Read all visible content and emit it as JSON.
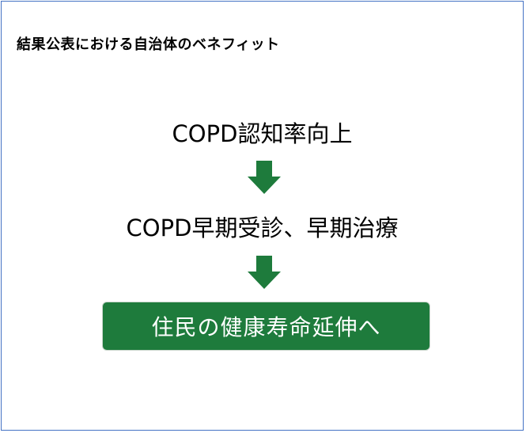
{
  "title": "結果公表における自治体のベネフィット",
  "steps": [
    "COPD認知率向上",
    "COPD早期受診、早期治療"
  ],
  "result": "住民の健康寿命延伸へ",
  "colors": {
    "frame_border": "#4472c4",
    "arrow": "#1e7b3c",
    "result_box": "#1e7b3c",
    "result_text": "#ffffff"
  },
  "icons": {
    "arrow": "arrow-down-icon"
  }
}
